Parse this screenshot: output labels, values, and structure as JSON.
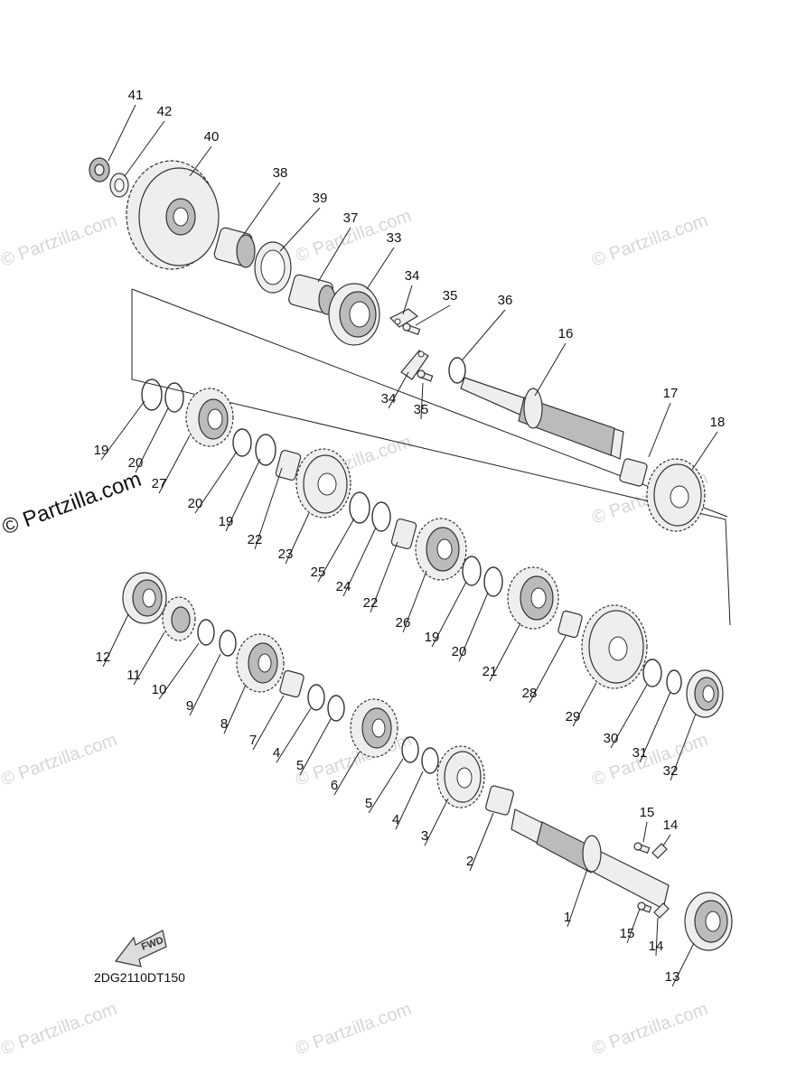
{
  "diagram_code": "2DG2110DT150",
  "fwd_label": "FWD",
  "watermark_text": "© Partzilla.com",
  "callouts": [
    "41",
    "42",
    "40",
    "38",
    "39",
    "37",
    "33",
    "34",
    "35",
    "36",
    "16",
    "34",
    "35",
    "17",
    "18",
    "19",
    "20",
    "27",
    "20",
    "19",
    "22",
    "23",
    "25",
    "24",
    "22",
    "26",
    "19",
    "20",
    "21",
    "28",
    "29",
    "12",
    "11",
    "10",
    "9",
    "8",
    "7",
    "4",
    "5",
    "6",
    "5",
    "4",
    "3",
    "2",
    "1",
    "15",
    "14",
    "15",
    "14",
    "13",
    "30",
    "31",
    "32"
  ]
}
